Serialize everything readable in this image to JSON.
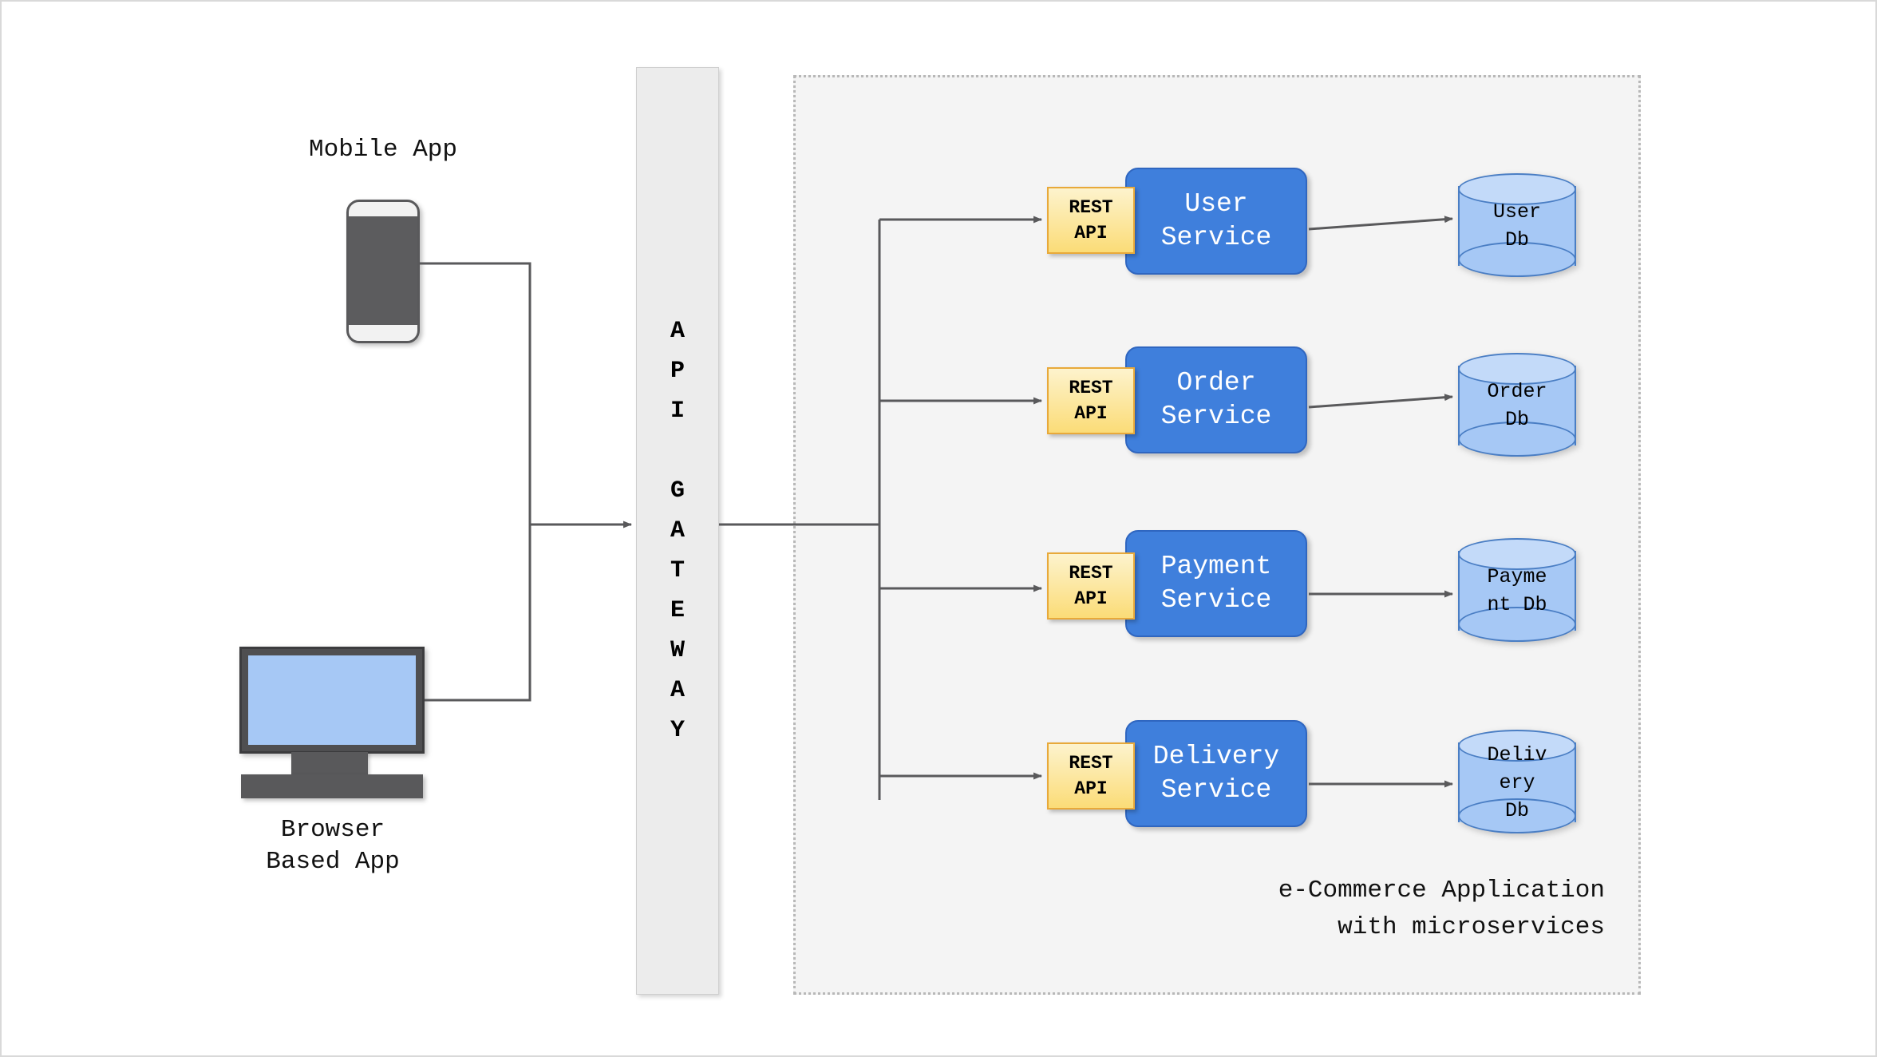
{
  "diagram": {
    "title": "e-Commerce microservices architecture",
    "colors": {
      "service_fill": "#3f7fdc",
      "service_border": "#2f66c0",
      "rest_fill_top": "#fdf3cd",
      "rest_fill_bottom": "#fbdc77",
      "rest_border": "#e8a93a",
      "db_fill": "#a6c8f5",
      "db_top_fill": "#c3daf9",
      "db_border": "#4a7ec4",
      "gateway_fill": "#ececec",
      "container_fill": "#f4f4f4",
      "container_border": "#b8b8b8",
      "connector": "#59595b",
      "canvas": "#ffffff"
    }
  },
  "clients": [
    {
      "id": "mobile-app",
      "caption": "Mobile App",
      "device": "phone"
    },
    {
      "id": "browser-app",
      "caption": "Browser\nBased App",
      "device": "monitor"
    }
  ],
  "gateway": {
    "label": "A\nP\nI\n\nG\nA\nT\nE\nW\nA\nY",
    "name": "API GATEWAY"
  },
  "container": {
    "caption": "e-Commerce Application\nwith microservices"
  },
  "rest_tag": {
    "label": "REST\nAPI"
  },
  "services": [
    {
      "id": "user-service",
      "label": "User\nService",
      "rest": "REST\nAPI",
      "db": "User\nDb"
    },
    {
      "id": "order-service",
      "label": "Order\nService",
      "rest": "REST\nAPI",
      "db": "Order\nDb"
    },
    {
      "id": "payment-service",
      "label": "Payment\nService",
      "rest": "REST\nAPI",
      "db": "Payme\nnt Db"
    },
    {
      "id": "delivery-service",
      "label": "Delivery\nService",
      "rest": "REST\nAPI",
      "db": "Deliv\nery\nDb"
    }
  ]
}
